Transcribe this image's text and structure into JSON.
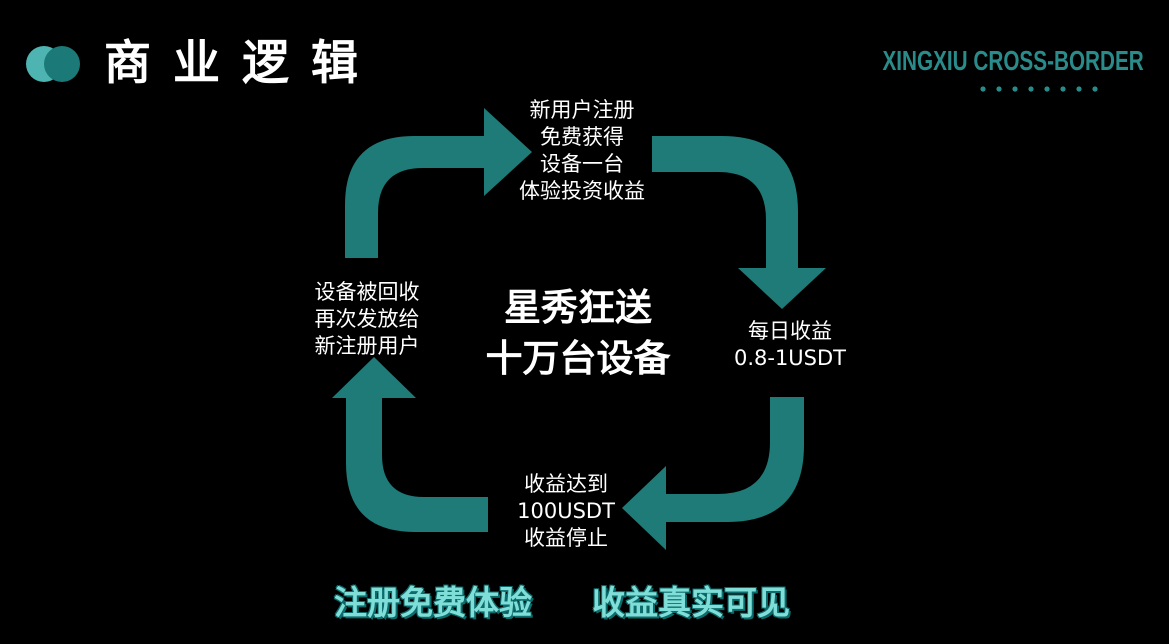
{
  "title": "商业逻辑",
  "brand": "XINGXIU CROSS-BORDER",
  "colors": {
    "background": "#000000",
    "arrow": "#1e7b78",
    "accent_text": "#7fded7",
    "brand": "#2a8c8a",
    "logo_light": "#4db4b1",
    "logo_dark": "#1b7a78"
  },
  "center": {
    "line1": "星秀狂送",
    "line2": "十万台设备"
  },
  "steps": {
    "top": [
      "新用户注册",
      "免费获得",
      "设备一台",
      "体验投资收益"
    ],
    "right": [
      "每日收益",
      "0.8-1USDT"
    ],
    "bottom": [
      "收益达到",
      "100USDT",
      "收益停止"
    ],
    "left": [
      "设备被回收",
      "再次发放给",
      "新注册用户"
    ]
  },
  "slogan": {
    "left": "注册免费体验",
    "right": "收益真实可见"
  }
}
